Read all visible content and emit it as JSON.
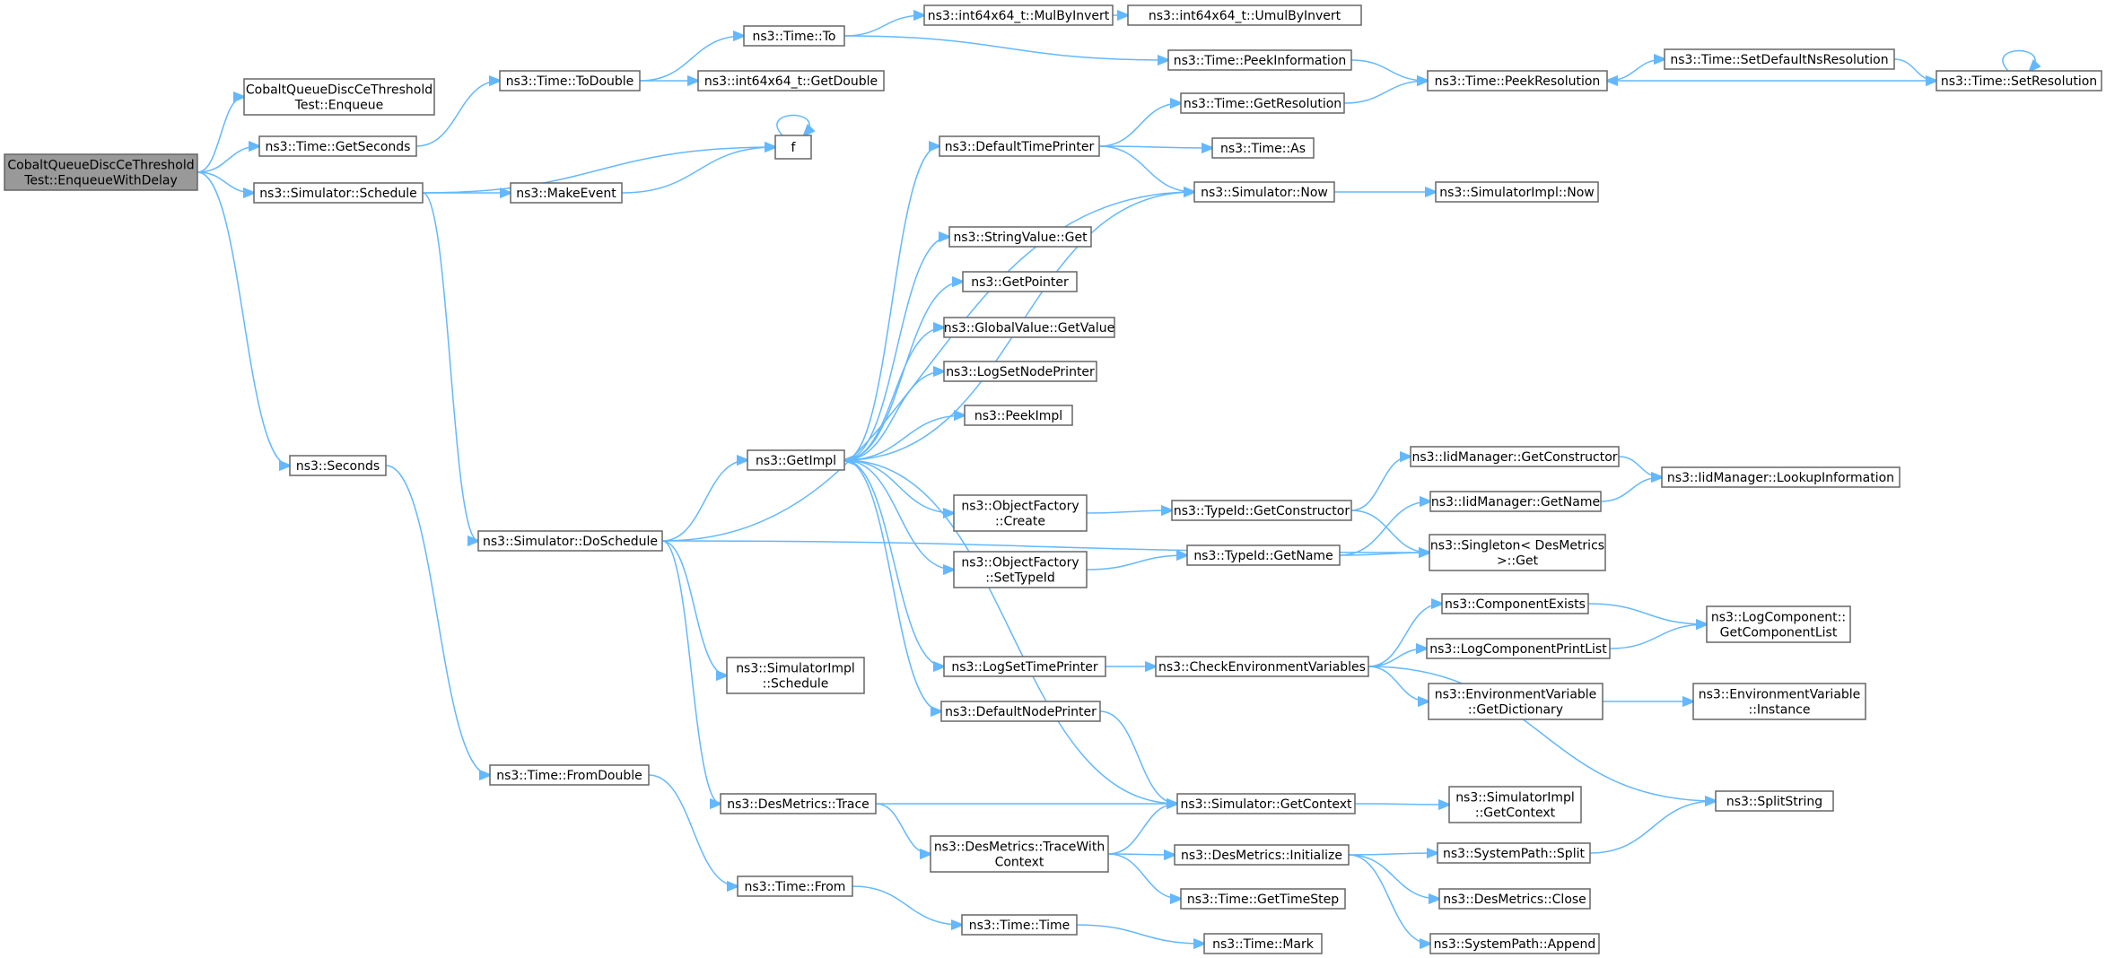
{
  "diagram": {
    "type": "call-graph",
    "colors": {
      "edge": "#63b8ff",
      "node_border": "#666666",
      "root_fill": "#999999",
      "node_fill": "#ffffff"
    },
    "nodes": [
      {
        "id": "root",
        "lines": [
          "CobaltQueueDiscCeThreshold",
          "Test::EnqueueWithDelay"
        ]
      },
      {
        "id": "enqueue",
        "lines": [
          "CobaltQueueDiscCeThreshold",
          "Test::Enqueue"
        ]
      },
      {
        "id": "getseconds",
        "lines": [
          "ns3::Time::GetSeconds"
        ]
      },
      {
        "id": "schedule",
        "lines": [
          "ns3::Simulator::Schedule"
        ]
      },
      {
        "id": "seconds",
        "lines": [
          "ns3::Seconds"
        ]
      },
      {
        "id": "todouble",
        "lines": [
          "ns3::Time::ToDouble"
        ]
      },
      {
        "id": "f",
        "lines": [
          "f"
        ]
      },
      {
        "id": "makeevent",
        "lines": [
          "ns3::MakeEvent"
        ]
      },
      {
        "id": "doschedule",
        "lines": [
          "ns3::Simulator::DoSchedule"
        ]
      },
      {
        "id": "fromdouble",
        "lines": [
          "ns3::Time::FromDouble"
        ]
      },
      {
        "id": "timeto",
        "lines": [
          "ns3::Time::To"
        ]
      },
      {
        "id": "getdouble",
        "lines": [
          "ns3::int64x64_t::GetDouble"
        ]
      },
      {
        "id": "getimpl",
        "lines": [
          "ns3::GetImpl"
        ]
      },
      {
        "id": "simimplschedule",
        "lines": [
          "ns3::SimulatorImpl",
          "::Schedule"
        ]
      },
      {
        "id": "desmetricstrace",
        "lines": [
          "ns3::DesMetrics::Trace"
        ]
      },
      {
        "id": "timefrom",
        "lines": [
          "ns3::Time::From"
        ]
      },
      {
        "id": "mulbyinvert",
        "lines": [
          "ns3::int64x64_t::MulByInvert"
        ]
      },
      {
        "id": "defaulttimeprinter",
        "lines": [
          "ns3::DefaultTimePrinter"
        ]
      },
      {
        "id": "stringvalueget",
        "lines": [
          "ns3::StringValue::Get"
        ]
      },
      {
        "id": "getpointer",
        "lines": [
          "ns3::GetPointer"
        ]
      },
      {
        "id": "globalvaluegetvalue",
        "lines": [
          "ns3::GlobalValue::GetValue"
        ]
      },
      {
        "id": "logsetnodeprinter",
        "lines": [
          "ns3::LogSetNodePrinter"
        ]
      },
      {
        "id": "peekimpl",
        "lines": [
          "ns3::PeekImpl"
        ]
      },
      {
        "id": "objfactorycreate",
        "lines": [
          "ns3::ObjectFactory",
          "::Create"
        ]
      },
      {
        "id": "objfactorysettypeid",
        "lines": [
          "ns3::ObjectFactory",
          "::SetTypeId"
        ]
      },
      {
        "id": "logsettimeprinter",
        "lines": [
          "ns3::LogSetTimePrinter"
        ]
      },
      {
        "id": "defaultnodeprinter",
        "lines": [
          "ns3::DefaultNodePrinter"
        ]
      },
      {
        "id": "tracewithcontext",
        "lines": [
          "ns3::DesMetrics::TraceWith",
          "Context"
        ]
      },
      {
        "id": "timetime",
        "lines": [
          "ns3::Time::Time"
        ]
      },
      {
        "id": "umulbyinvert",
        "lines": [
          "ns3::int64x64_t::UmulByInvert"
        ]
      },
      {
        "id": "peekinformation",
        "lines": [
          "ns3::Time::PeekInformation"
        ]
      },
      {
        "id": "getresolution",
        "lines": [
          "ns3::Time::GetResolution"
        ]
      },
      {
        "id": "timeas",
        "lines": [
          "ns3::Time::As"
        ]
      },
      {
        "id": "simulatornow",
        "lines": [
          "ns3::Simulator::Now"
        ]
      },
      {
        "id": "typeidgetconstructor",
        "lines": [
          "ns3::TypeId::GetConstructor"
        ]
      },
      {
        "id": "typeidgetname",
        "lines": [
          "ns3::TypeId::GetName"
        ]
      },
      {
        "id": "checkenvvars",
        "lines": [
          "ns3::CheckEnvironmentVariables"
        ]
      },
      {
        "id": "simgetcontext",
        "lines": [
          "ns3::Simulator::GetContext"
        ]
      },
      {
        "id": "desmetricsinit",
        "lines": [
          "ns3::DesMetrics::Initialize"
        ]
      },
      {
        "id": "gettimestep",
        "lines": [
          "ns3::Time::GetTimeStep"
        ]
      },
      {
        "id": "timemark",
        "lines": [
          "ns3::Time::Mark"
        ]
      },
      {
        "id": "peekresolution",
        "lines": [
          "ns3::Time::PeekResolution"
        ]
      },
      {
        "id": "simimplnow",
        "lines": [
          "ns3::SimulatorImpl::Now"
        ]
      },
      {
        "id": "iidgetconstructor",
        "lines": [
          "ns3::IidManager::GetConstructor"
        ]
      },
      {
        "id": "iidgetname",
        "lines": [
          "ns3::IidManager::GetName"
        ]
      },
      {
        "id": "singletonget",
        "lines": [
          "ns3::Singleton< DesMetrics",
          " >::Get"
        ]
      },
      {
        "id": "componentexists",
        "lines": [
          "ns3::ComponentExists"
        ]
      },
      {
        "id": "logcompprintlist",
        "lines": [
          "ns3::LogComponentPrintList"
        ]
      },
      {
        "id": "envvargetdict",
        "lines": [
          "ns3::EnvironmentVariable",
          "::GetDictionary"
        ]
      },
      {
        "id": "simimplgetcontext",
        "lines": [
          "ns3::SimulatorImpl",
          "::GetContext"
        ]
      },
      {
        "id": "systempathsplit",
        "lines": [
          "ns3::SystemPath::Split"
        ]
      },
      {
        "id": "desmetricsclose",
        "lines": [
          "ns3::DesMetrics::Close"
        ]
      },
      {
        "id": "systempathappend",
        "lines": [
          "ns3::SystemPath::Append"
        ]
      },
      {
        "id": "setdefaultnsres",
        "lines": [
          "ns3::Time::SetDefaultNsResolution"
        ]
      },
      {
        "id": "iidlookupinfo",
        "lines": [
          "ns3::IidManager::LookupInformation"
        ]
      },
      {
        "id": "logcompgetlist",
        "lines": [
          "ns3::LogComponent::",
          "GetComponentList"
        ]
      },
      {
        "id": "envvarinstance",
        "lines": [
          "ns3::EnvironmentVariable",
          "::Instance"
        ]
      },
      {
        "id": "splitstring",
        "lines": [
          "ns3::SplitString"
        ]
      },
      {
        "id": "setresolution",
        "lines": [
          "ns3::Time::SetResolution"
        ]
      }
    ],
    "edges": [
      [
        "root",
        "enqueue"
      ],
      [
        "root",
        "getseconds"
      ],
      [
        "root",
        "schedule"
      ],
      [
        "root",
        "seconds"
      ],
      [
        "getseconds",
        "todouble"
      ],
      [
        "schedule",
        "f"
      ],
      [
        "schedule",
        "makeevent"
      ],
      [
        "schedule",
        "doschedule"
      ],
      [
        "seconds",
        "fromdouble"
      ],
      [
        "todouble",
        "timeto"
      ],
      [
        "todouble",
        "getdouble"
      ],
      [
        "f",
        "f"
      ],
      [
        "makeevent",
        "f"
      ],
      [
        "doschedule",
        "simulatornow"
      ],
      [
        "doschedule",
        "getimpl"
      ],
      [
        "doschedule",
        "simimplschedule"
      ],
      [
        "doschedule",
        "desmetricstrace"
      ],
      [
        "doschedule",
        "singletonget"
      ],
      [
        "fromdouble",
        "timefrom"
      ],
      [
        "timeto",
        "mulbyinvert"
      ],
      [
        "timeto",
        "peekinformation"
      ],
      [
        "mulbyinvert",
        "umulbyinvert"
      ],
      [
        "getimpl",
        "defaulttimeprinter"
      ],
      [
        "getimpl",
        "stringvalueget"
      ],
      [
        "getimpl",
        "getpointer"
      ],
      [
        "getimpl",
        "globalvaluegetvalue"
      ],
      [
        "getimpl",
        "logsetnodeprinter"
      ],
      [
        "getimpl",
        "peekimpl"
      ],
      [
        "getimpl",
        "objfactorycreate"
      ],
      [
        "getimpl",
        "objfactorysettypeid"
      ],
      [
        "getimpl",
        "logsettimeprinter"
      ],
      [
        "getimpl",
        "defaultnodeprinter"
      ],
      [
        "desmetricstrace",
        "simgetcontext"
      ],
      [
        "desmetricstrace",
        "tracewithcontext"
      ],
      [
        "timefrom",
        "timetime"
      ],
      [
        "timetime",
        "timemark"
      ],
      [
        "defaulttimeprinter",
        "getresolution"
      ],
      [
        "defaulttimeprinter",
        "timeas"
      ],
      [
        "defaulttimeprinter",
        "simulatornow"
      ],
      [
        "peekinformation",
        "peekresolution"
      ],
      [
        "getresolution",
        "peekresolution"
      ],
      [
        "simulatornow",
        "simimplnow"
      ],
      [
        "simulatornow",
        "getimpl"
      ],
      [
        "objfactorycreate",
        "typeidgetconstructor"
      ],
      [
        "objfactorysettypeid",
        "typeidgetname"
      ],
      [
        "logsettimeprinter",
        "checkenvvars"
      ],
      [
        "defaultnodeprinter",
        "simgetcontext"
      ],
      [
        "tracewithcontext",
        "simgetcontext"
      ],
      [
        "tracewithcontext",
        "desmetricsinit"
      ],
      [
        "tracewithcontext",
        "gettimestep"
      ],
      [
        "simgetcontext",
        "simimplgetcontext"
      ],
      [
        "simgetcontext",
        "getimpl"
      ],
      [
        "typeidgetconstructor",
        "iidgetconstructor"
      ],
      [
        "typeidgetconstructor",
        "singletonget"
      ],
      [
        "typeidgetname",
        "iidgetname"
      ],
      [
        "typeidgetname",
        "singletonget"
      ],
      [
        "checkenvvars",
        "componentexists"
      ],
      [
        "checkenvvars",
        "logcompprintlist"
      ],
      [
        "checkenvvars",
        "envvargetdict"
      ],
      [
        "checkenvvars",
        "splitstring"
      ],
      [
        "desmetricsinit",
        "systempathsplit"
      ],
      [
        "desmetricsinit",
        "desmetricsclose"
      ],
      [
        "desmetricsinit",
        "systempathappend"
      ],
      [
        "peekresolution",
        "setdefaultnsres"
      ],
      [
        "iidgetconstructor",
        "iidlookupinfo"
      ],
      [
        "iidgetname",
        "iidlookupinfo"
      ],
      [
        "componentexists",
        "logcompgetlist"
      ],
      [
        "logcompprintlist",
        "logcompgetlist"
      ],
      [
        "envvargetdict",
        "envvarinstance"
      ],
      [
        "systempathsplit",
        "splitstring"
      ],
      [
        "setdefaultnsres",
        "setresolution"
      ],
      [
        "setresolution",
        "peekresolution"
      ],
      [
        "setresolution",
        "setresolution"
      ]
    ]
  }
}
